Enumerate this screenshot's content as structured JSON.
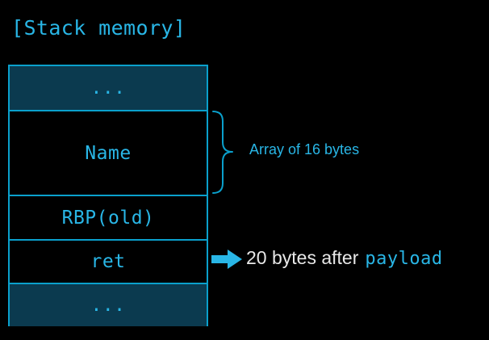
{
  "colors": {
    "background": "#000000",
    "accent": "#0aa0cc",
    "text_mono": "#29b6e6",
    "text_annotation": "#e8e8e8",
    "cell_fill": "#0b3a4f"
  },
  "title": "[Stack memory]",
  "stack": {
    "top_ellipsis": "...",
    "name_label": "Name",
    "rbp_label": "RBP(old)",
    "ret_label": "ret",
    "bottom_ellipsis": "..."
  },
  "annotations": {
    "array_label": "Array of 16 bytes",
    "ret_prefix": "20 bytes after",
    "ret_code": "payload"
  },
  "icons": {
    "brace": "right-curly-brace-icon",
    "arrow": "right-arrow-icon"
  }
}
